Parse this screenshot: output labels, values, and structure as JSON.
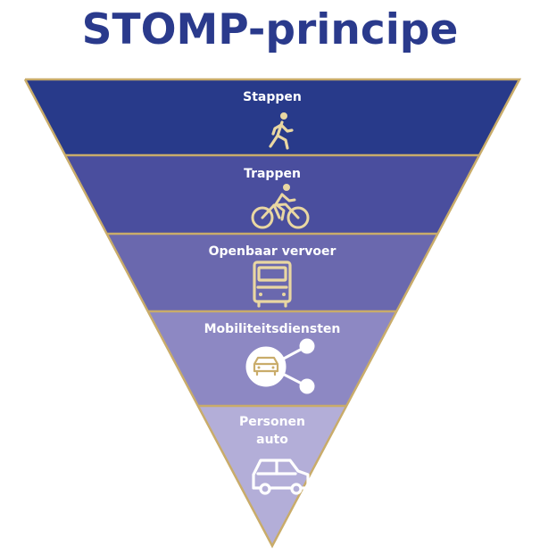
{
  "title": "STOMP-principe",
  "colors": {
    "title": "#2a3a8c",
    "border": "#c9ac6a",
    "icon": "#e9d7a2"
  },
  "levels": [
    {
      "label_lines": [
        "Stappen"
      ],
      "icon": "walking-person-icon",
      "color": "#283a8a"
    },
    {
      "label_lines": [
        "Trappen"
      ],
      "icon": "cyclist-icon",
      "color": "#4a4e9e"
    },
    {
      "label_lines": [
        "Openbaar vervoer"
      ],
      "icon": "bus-icon",
      "color": "#6a68ae"
    },
    {
      "label_lines": [
        "Mobiliteitsdiensten"
      ],
      "icon": "shared-car-icon",
      "color": "#8d88c3"
    },
    {
      "label_lines": [
        "Personen",
        "auto"
      ],
      "icon": "car-icon",
      "color": "#b3aed8"
    }
  ]
}
